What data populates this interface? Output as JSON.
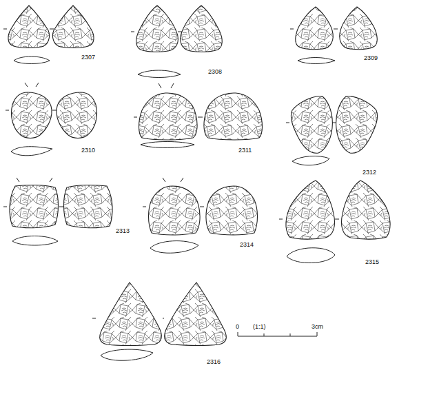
{
  "diagram": {
    "labels": [
      "2307",
      "2308",
      "2309",
      "2310",
      "2311",
      "2312",
      "2313",
      "2314",
      "2315",
      "2316",
      "0",
      "(1:1)",
      "3cm"
    ]
  }
}
